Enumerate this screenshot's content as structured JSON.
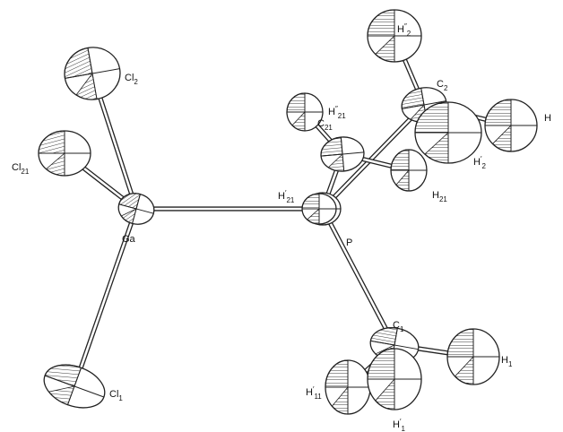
{
  "figure": {
    "atoms": [
      {
        "id": "Cl2",
        "label": "Cl",
        "sub": "2",
        "prime": ""
      },
      {
        "id": "Cl21",
        "label": "Cl",
        "sub": "21",
        "prime": ""
      },
      {
        "id": "Ga",
        "label": "Ga",
        "sub": "",
        "prime": ""
      },
      {
        "id": "Cl1",
        "label": "Cl",
        "sub": "1",
        "prime": ""
      },
      {
        "id": "P",
        "label": "P",
        "sub": "",
        "prime": ""
      },
      {
        "id": "C21",
        "label": "C",
        "sub": "21",
        "prime": ""
      },
      {
        "id": "C2",
        "label": "C",
        "sub": "2",
        "prime": ""
      },
      {
        "id": "C1",
        "label": "C",
        "sub": "1",
        "prime": ""
      },
      {
        "id": "H2pp",
        "label": "H",
        "sub": "2",
        "prime": "″"
      },
      {
        "id": "H2p",
        "label": "H",
        "sub": "2",
        "prime": "′"
      },
      {
        "id": "H2",
        "label": "H",
        "sub": "",
        "prime": ""
      },
      {
        "id": "H21pp",
        "label": "H",
        "sub": "21",
        "prime": "″"
      },
      {
        "id": "H21p",
        "label": "H",
        "sub": "21",
        "prime": "′"
      },
      {
        "id": "H21",
        "label": "H",
        "sub": "21",
        "prime": ""
      },
      {
        "id": "H1",
        "label": "H",
        "sub": "1",
        "prime": ""
      },
      {
        "id": "H11p",
        "label": "H",
        "sub": "11",
        "prime": "′"
      },
      {
        "id": "H1p",
        "label": "H",
        "sub": "1",
        "prime": "′"
      }
    ],
    "bonds": [
      [
        "Ga",
        "Cl2"
      ],
      [
        "Ga",
        "Cl21"
      ],
      [
        "Ga",
        "Cl1"
      ],
      [
        "Ga",
        "P"
      ],
      [
        "P",
        "C21"
      ],
      [
        "P",
        "C2"
      ],
      [
        "P",
        "C1"
      ],
      [
        "C2",
        "H2pp"
      ],
      [
        "C2",
        "H2p"
      ],
      [
        "C2",
        "H2"
      ],
      [
        "C21",
        "H21pp"
      ],
      [
        "C21",
        "H21"
      ],
      [
        "C1",
        "H1"
      ],
      [
        "C1",
        "H11p"
      ],
      [
        "C1",
        "H1p"
      ]
    ]
  }
}
